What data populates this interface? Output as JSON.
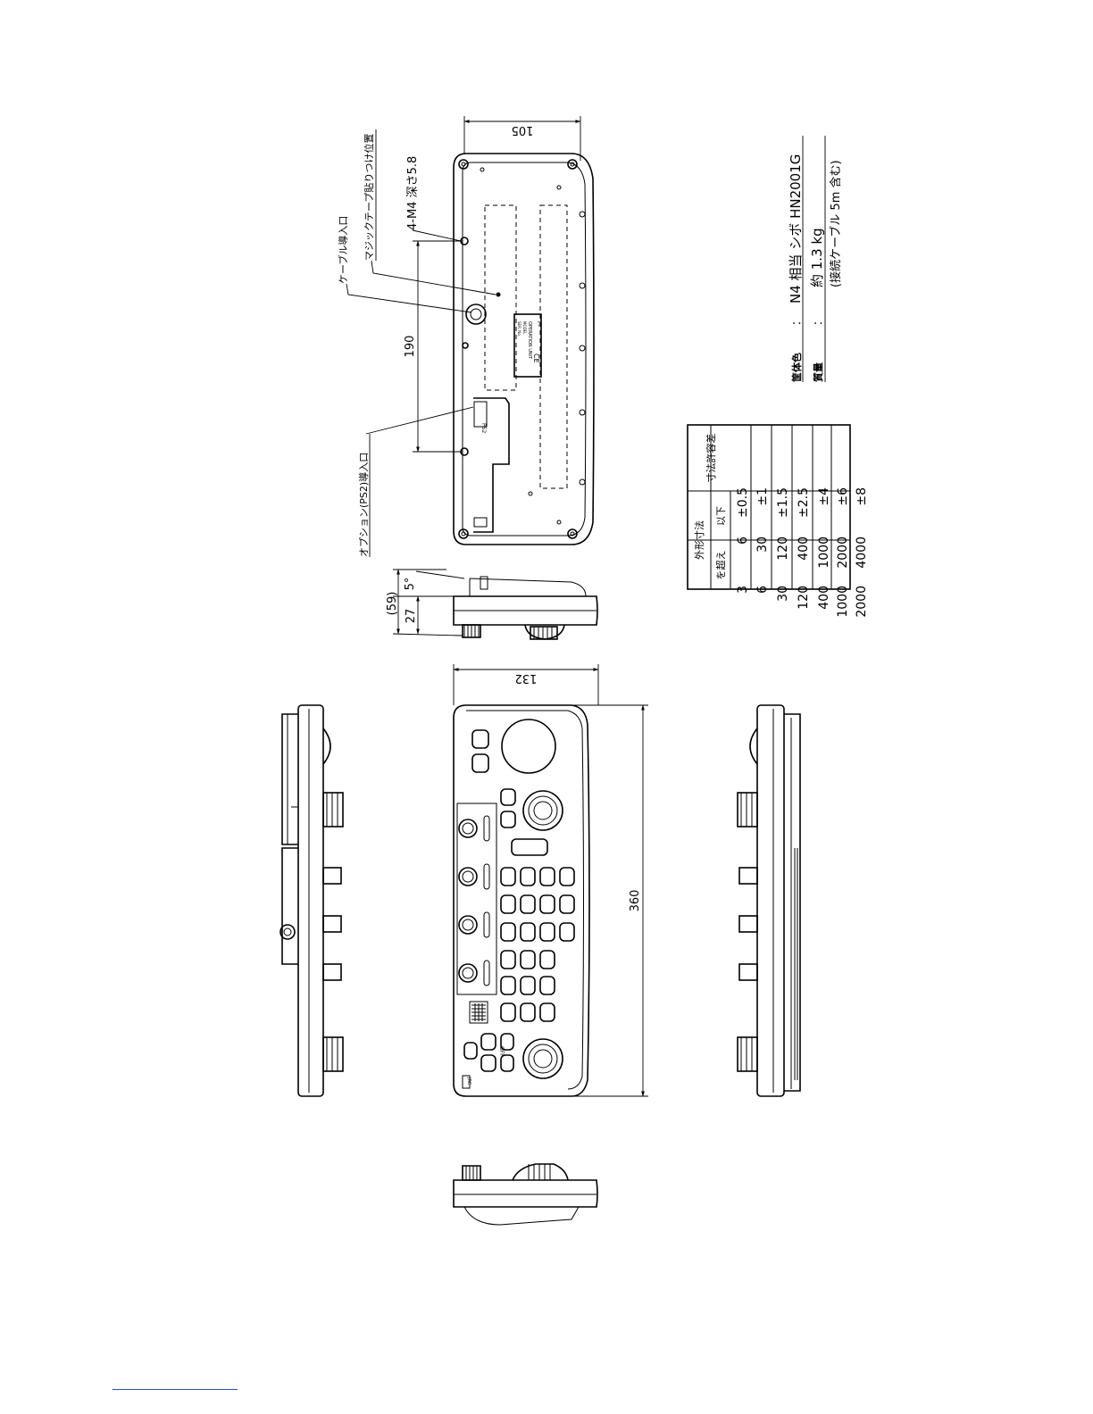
{
  "dimensions": {
    "width_bottom": "105",
    "height_bottom": "190",
    "thickness_total": "(59)",
    "thickness_body": "27",
    "tilt_angle": "5°",
    "width_front": "132",
    "length_front": "360"
  },
  "callouts": {
    "cable_entry": "ケーブル導入口",
    "magic_tape": "マジックテープ貼りつけ位置",
    "screw_holes": "4-M4  深さ5.8",
    "option_ps2_entry": "オプション(PS2)導入口"
  },
  "label_plate": {
    "line1": "OPERATION UNIT",
    "line2": "MODEL",
    "line3": "SER. No.",
    "ce_mark": "CE",
    "maker": "JRC"
  },
  "ps2_label": "PS2",
  "specs": {
    "color_label": "筐体色",
    "color_sep": "：",
    "color_value": "N4 相当   シボ HN2001G",
    "mass_label": "質量",
    "mass_sep": "：",
    "mass_value": "約 1.3 kg",
    "mass_note": "(接続ケーブル 5m 含む)"
  },
  "tolerance_table": {
    "group_header": "外形寸法",
    "col_over": "を超え",
    "col_under": "以下",
    "col_tol": "寸法許容差",
    "rows": [
      {
        "over": "3",
        "under": "6",
        "tol": "±0.5"
      },
      {
        "over": "6",
        "under": "30",
        "tol": "±1"
      },
      {
        "over": "30",
        "under": "120",
        "tol": "±1.5"
      },
      {
        "over": "120",
        "under": "400",
        "tol": "±2.5"
      },
      {
        "over": "400",
        "under": "1000",
        "tol": "±4"
      },
      {
        "over": "1000",
        "under": "2000",
        "tol": "±6"
      },
      {
        "over": "2000",
        "under": "4000",
        "tol": "±8"
      }
    ]
  },
  "front_panel": {
    "off_label": "OFF",
    "brand_label": "JRC"
  }
}
